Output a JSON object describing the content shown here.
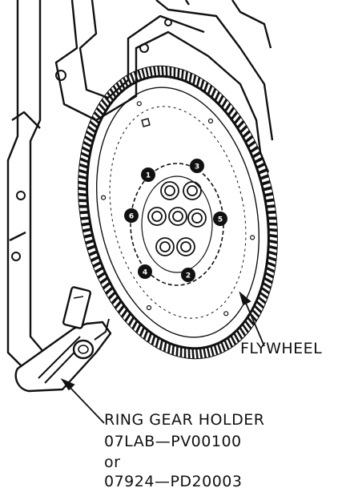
{
  "labels": {
    "flywheel": "FLYWHEEL",
    "ring_gear_holder": "RING GEAR HOLDER",
    "part_number_1": "07LAB—PV00100",
    "or": "or",
    "part_number_2": "07924—PD20003"
  },
  "bolts": [
    {
      "number": "1"
    },
    {
      "number": "2"
    },
    {
      "number": "3"
    },
    {
      "number": "4"
    },
    {
      "number": "5"
    },
    {
      "number": "6"
    }
  ],
  "colors": {
    "ink": "#111111",
    "paper": "#ffffff"
  }
}
